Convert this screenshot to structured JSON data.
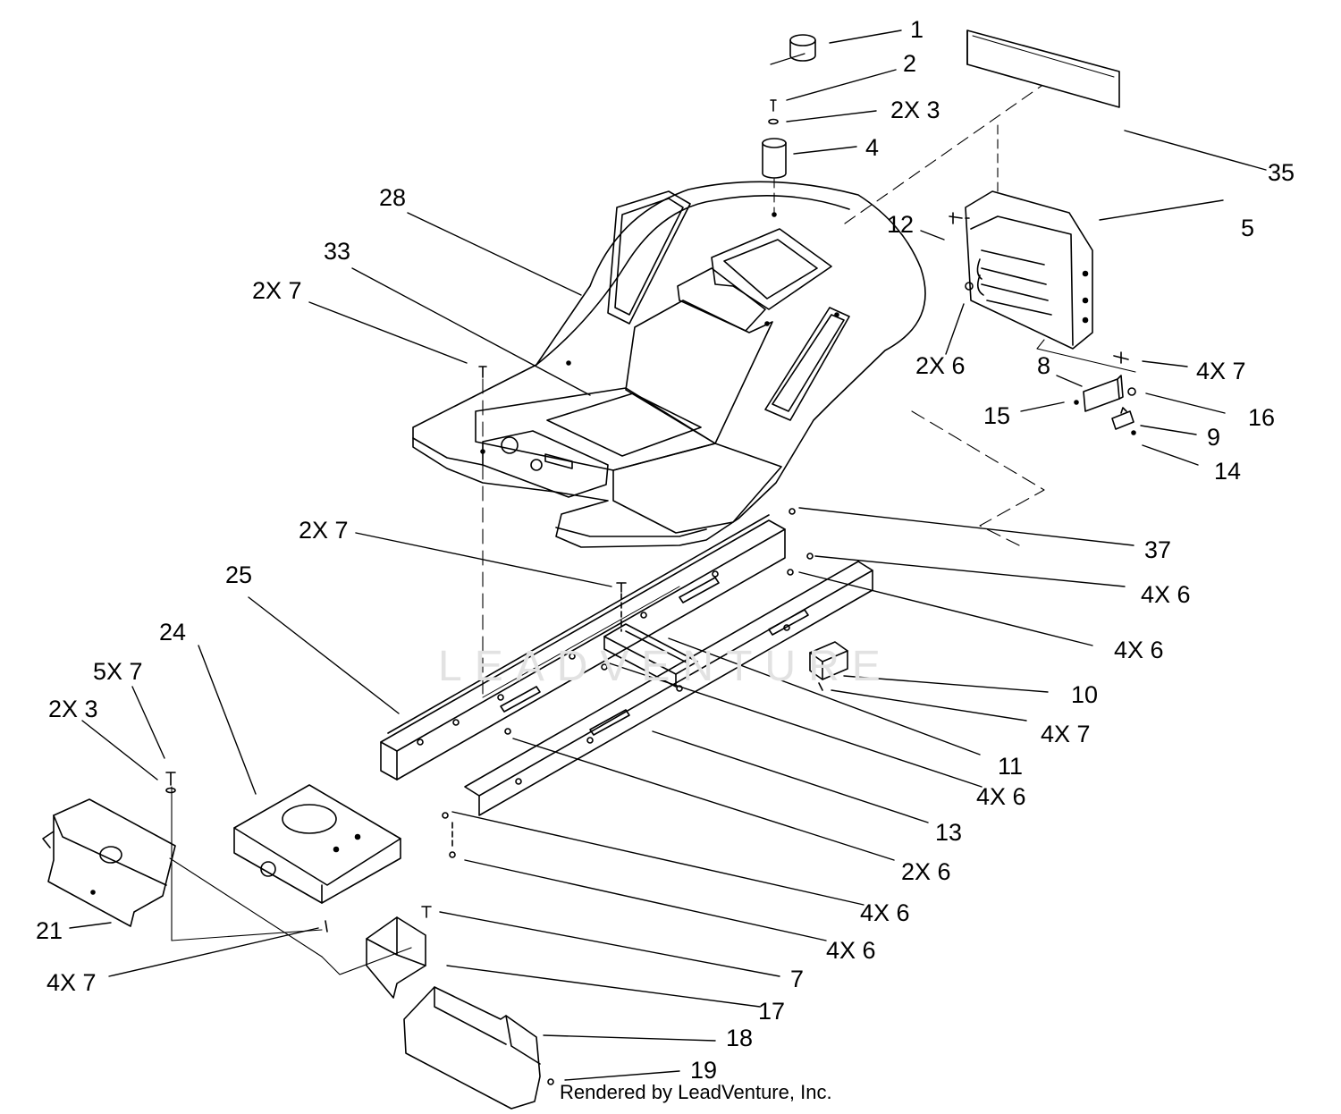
{
  "watermark_text": "LEADVENTURE",
  "credit": "Rendered by LeadVenture, Inc.",
  "callouts": [
    {
      "id": "c1",
      "text": "1"
    },
    {
      "id": "c2",
      "text": "2"
    },
    {
      "id": "c3",
      "text": "2X 3"
    },
    {
      "id": "c4",
      "text": "4"
    },
    {
      "id": "c35",
      "text": "35"
    },
    {
      "id": "c28",
      "text": "28"
    },
    {
      "id": "c33",
      "text": "33"
    },
    {
      "id": "c7a",
      "text": "2X 7"
    },
    {
      "id": "c12",
      "text": "12"
    },
    {
      "id": "c5",
      "text": "5"
    },
    {
      "id": "c6a",
      "text": "2X 6"
    },
    {
      "id": "c7b",
      "text": "4X 7"
    },
    {
      "id": "c8",
      "text": "8"
    },
    {
      "id": "c15",
      "text": "15"
    },
    {
      "id": "c16",
      "text": "16"
    },
    {
      "id": "c9",
      "text": "9"
    },
    {
      "id": "c14",
      "text": "14"
    },
    {
      "id": "c37",
      "text": "37"
    },
    {
      "id": "c7c",
      "text": "2X 7"
    },
    {
      "id": "c6b",
      "text": "4X 6"
    },
    {
      "id": "c6c",
      "text": "4X 6"
    },
    {
      "id": "c25",
      "text": "25"
    },
    {
      "id": "c24",
      "text": "24"
    },
    {
      "id": "c10",
      "text": "10"
    },
    {
      "id": "c7d",
      "text": "5X 7"
    },
    {
      "id": "c7e",
      "text": "4X 7"
    },
    {
      "id": "c3b",
      "text": "2X 3"
    },
    {
      "id": "c11",
      "text": "11"
    },
    {
      "id": "c6d",
      "text": "4X 6"
    },
    {
      "id": "c13",
      "text": "13"
    },
    {
      "id": "c6e",
      "text": "2X 6"
    },
    {
      "id": "c6f",
      "text": "4X 6"
    },
    {
      "id": "c21",
      "text": "21"
    },
    {
      "id": "c6g",
      "text": "4X 6"
    },
    {
      "id": "c7f",
      "text": "4X 7"
    },
    {
      "id": "c7g",
      "text": "7"
    },
    {
      "id": "c17",
      "text": "17"
    },
    {
      "id": "c18",
      "text": "18"
    },
    {
      "id": "c19",
      "text": "19"
    }
  ]
}
